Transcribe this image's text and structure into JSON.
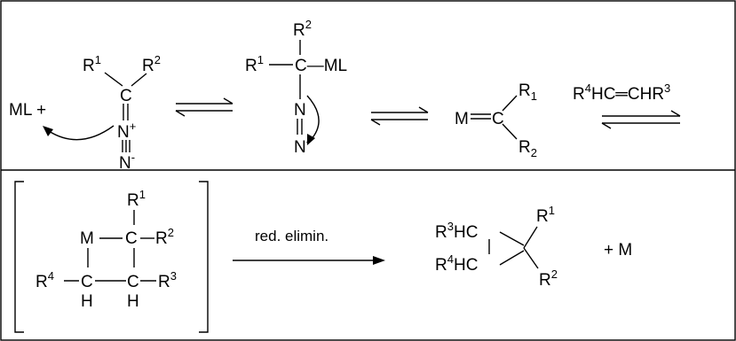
{
  "scheme": {
    "row1": {
      "diazo": {
        "r1": "R",
        "r1_sup": "1",
        "r2": "R",
        "r2_sup": "2",
        "c": "C",
        "n_plus": "N",
        "plus": "+",
        "n_minus": "N",
        "minus": "-",
        "reagent": "ML +"
      },
      "adduct": {
        "r2": "R",
        "r2_sup": "2",
        "r1": "R",
        "r1_sup": "1",
        "c_ml": "C—ML",
        "n1": "N",
        "n2": "N",
        "minus": "-"
      },
      "carbene": {
        "m": "M",
        "c": "C",
        "r1": "R",
        "r1_sub": "1",
        "r2": "R",
        "r2_sub": "2"
      },
      "alkene": {
        "r4": "R",
        "r4_sup": "4",
        "text": "HC═CHR",
        "r3_sup": "3"
      }
    },
    "row2": {
      "metallacycle": {
        "r1": "R",
        "r1_sup": "1",
        "m": "M",
        "c_top": "C",
        "r2": "R",
        "r2_sup": "2",
        "r4": "R",
        "r4_sup": "4",
        "c_left": "C",
        "c_right": "C",
        "r3": "R",
        "r3_sup": "3",
        "h_left": "H",
        "h_right": "H"
      },
      "arrow_label": "red. elimin.",
      "cyclopropane": {
        "r3": "R",
        "r3_sup": "3",
        "hc_top": "HC",
        "r4": "R",
        "r4_sup": "4",
        "hc_bottom": "HC",
        "r1": "R",
        "r1_sup": "1",
        "r2": "R",
        "r2_sup": "2",
        "plus_m": "+ M"
      }
    }
  }
}
